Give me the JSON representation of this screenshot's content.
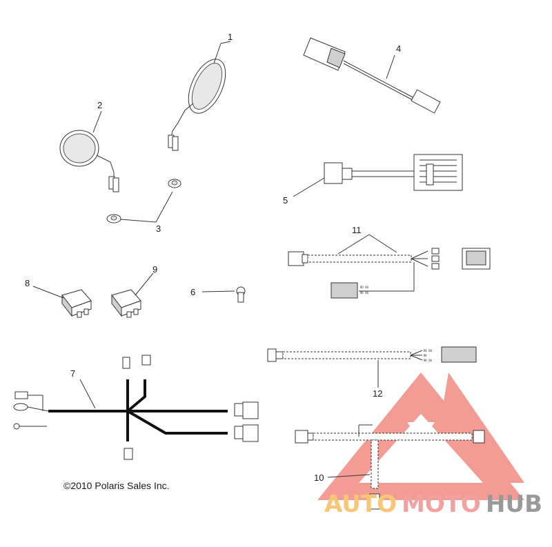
{
  "callouts": {
    "c1": "1",
    "c2": "2",
    "c3": "3",
    "c4": "4",
    "c5": "5",
    "c6": "6",
    "c7": "7",
    "c8": "8",
    "c9": "9",
    "c10": "10",
    "c11": "11",
    "c12": "12"
  },
  "copyright": "©2010 Polaris Sales Inc.",
  "watermark": {
    "part1": "AUTO",
    "part2": "MOTO",
    "part3": "HUB",
    "colors": {
      "auto": "#f7c777",
      "moto": "#f2a0a0",
      "hub": "#9a9a9a",
      "triangle": "#f08080"
    }
  }
}
